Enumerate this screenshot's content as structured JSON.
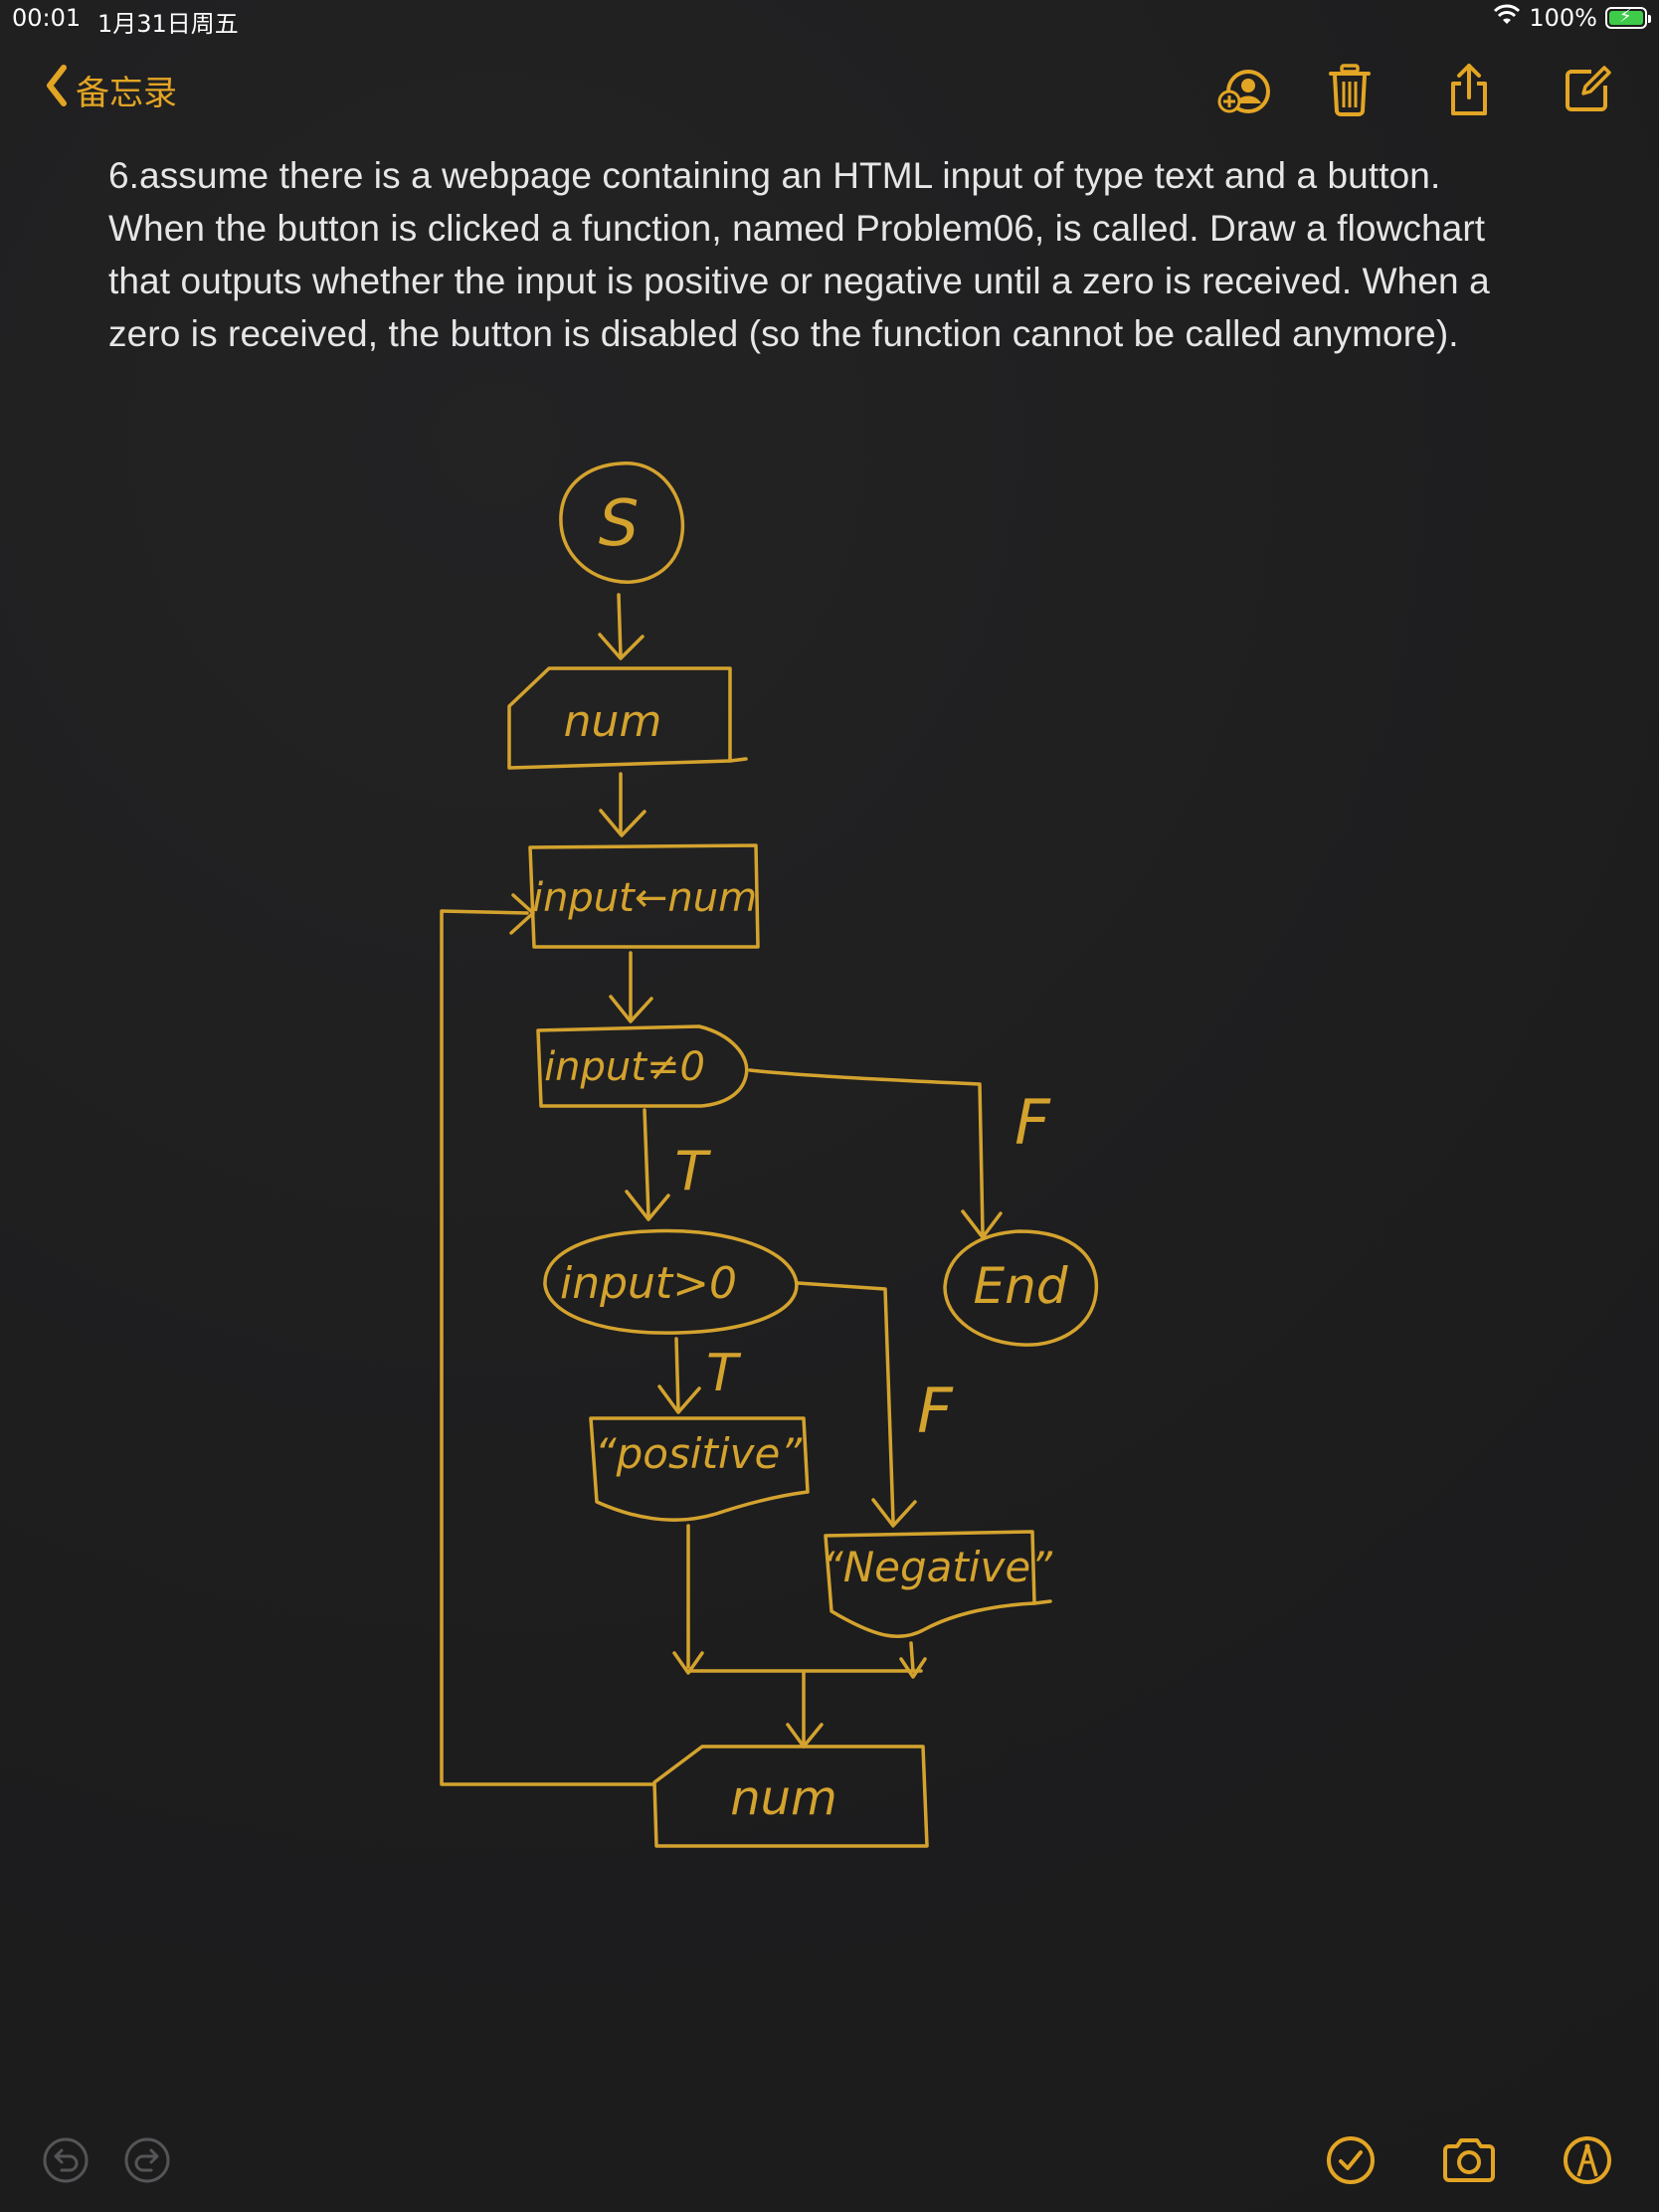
{
  "status_bar": {
    "time": "00:01",
    "date": "1月31日周五",
    "battery": "100%",
    "battery_level": 1.0,
    "wifi_icon": "wifi-icon",
    "battery_icon": "battery-charging-icon"
  },
  "nav": {
    "back_label": "备忘录",
    "icons": [
      "back-chevron-icon",
      "add-people-icon",
      "trash-icon",
      "share-icon",
      "compose-icon"
    ]
  },
  "note": {
    "lines": [
      "6.assume there is a webpage containing an HTML input of type text and a button.",
      "When the button is clicked a function, named Problem06, is called. Draw a flowchart",
      "that outputs whether the input is positive or negative until a zero is received. When a",
      "zero is received, the button is disabled (so the function cannot be called anymore)."
    ]
  },
  "flowchart": {
    "start_label": "S",
    "input_label": "num",
    "process_label": "input←num",
    "decision1_label": "input≠0",
    "true_label_1": "T",
    "false_label_1": "F",
    "end_label": "End",
    "decision2_label": "input>0",
    "true_label_2": "T",
    "false_label_2": "F",
    "positive_label": "“positive”",
    "negative_label": "“Negative”",
    "loop_input_label": "num"
  },
  "toolbar": {
    "icons": [
      "undo-icon",
      "redo-icon",
      "checklist-icon",
      "camera-icon",
      "markup-icon"
    ]
  },
  "colors": {
    "accent": "#e3a524",
    "ink": "#d4a32e",
    "background": "#1e1e1f",
    "text": "#e6e6e6"
  }
}
